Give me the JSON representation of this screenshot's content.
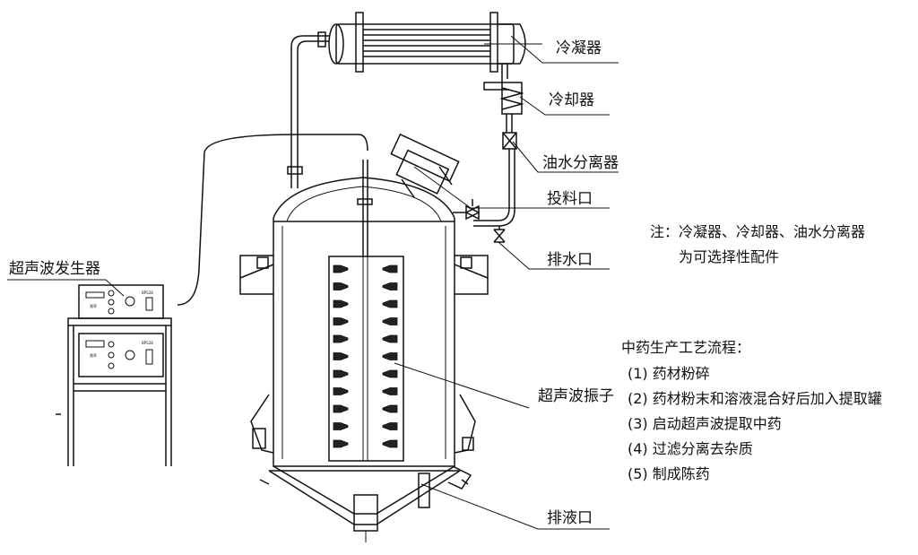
{
  "labels": {
    "condenser": "冷凝器",
    "cooler": "冷却器",
    "separator": "油水分离器",
    "feed_port": "投料口",
    "water_drain": "排水口",
    "generator": "超声波发生器",
    "transducer": "超声波振子",
    "liquid_drain": "排液口"
  },
  "note": {
    "line1": "注：冷凝器、冷却器、油水分离器",
    "line2": "为可选择性配件"
  },
  "process": {
    "title": "中药生产工艺流程：",
    "steps": [
      "(1)  药材粉碎",
      "(2)  药材粉末和溶液混合好后加入提取罐",
      "(3)  启动超声波提取中药",
      "(4)  过滤分离去杂质",
      "(5)  制成陈药"
    ]
  }
}
